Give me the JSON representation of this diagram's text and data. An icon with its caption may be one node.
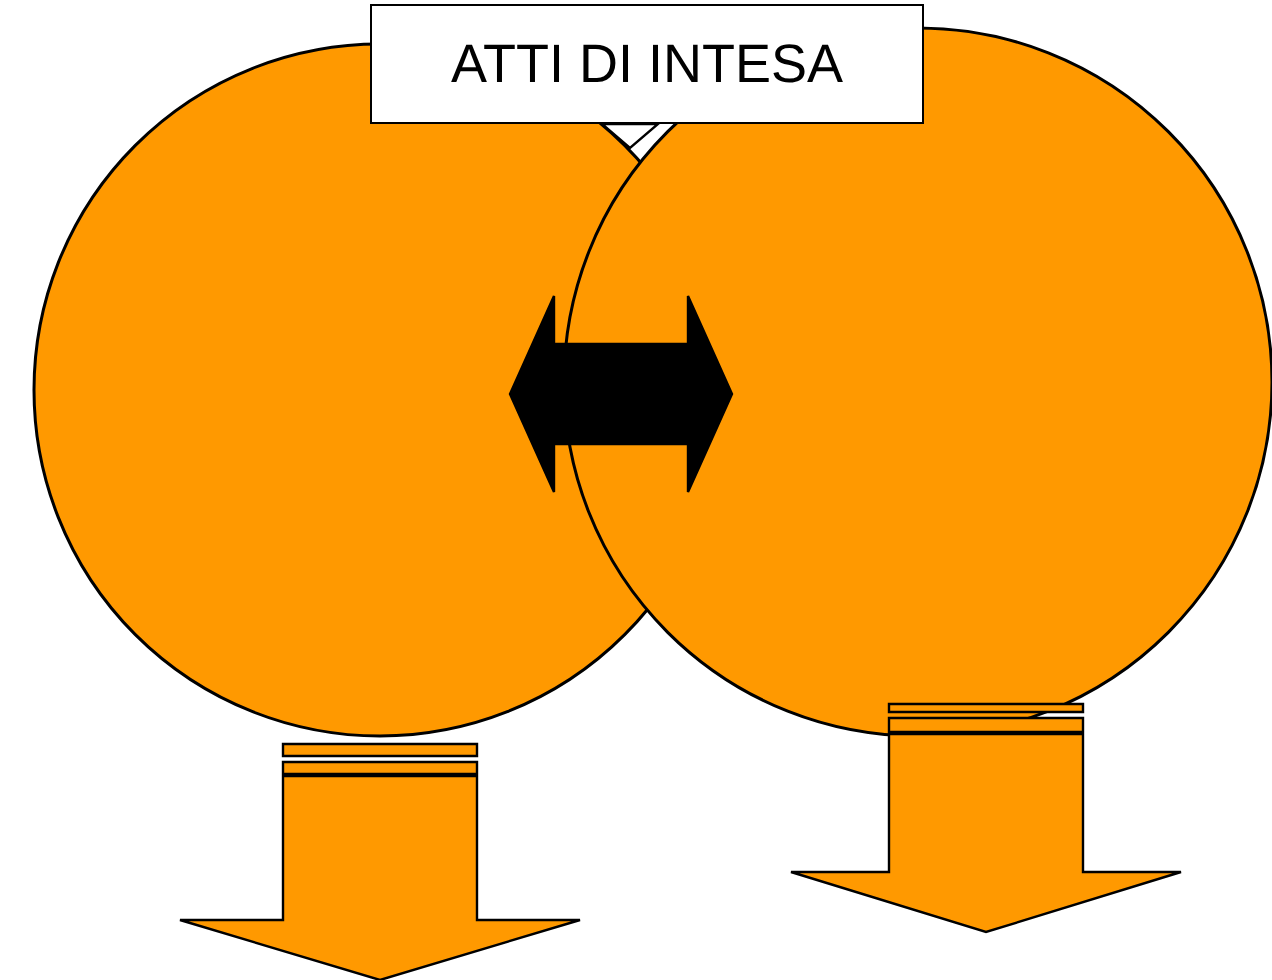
{
  "diagram": {
    "nodes": [
      {
        "text": [
          "ATTI DI INTESA"
        ]
      },
      {
        "text": [],
        "shape": "circle"
      },
      {
        "text": [],
        "shape": "circle"
      }
    ],
    "edges": [
      {
        "from": 1,
        "to": 2,
        "arrow": "both",
        "color": "#000000"
      },
      {
        "from": 1,
        "to": null,
        "arrow": "to"
      },
      {
        "from": 2,
        "to": null,
        "arrow": "to"
      }
    ]
  }
}
